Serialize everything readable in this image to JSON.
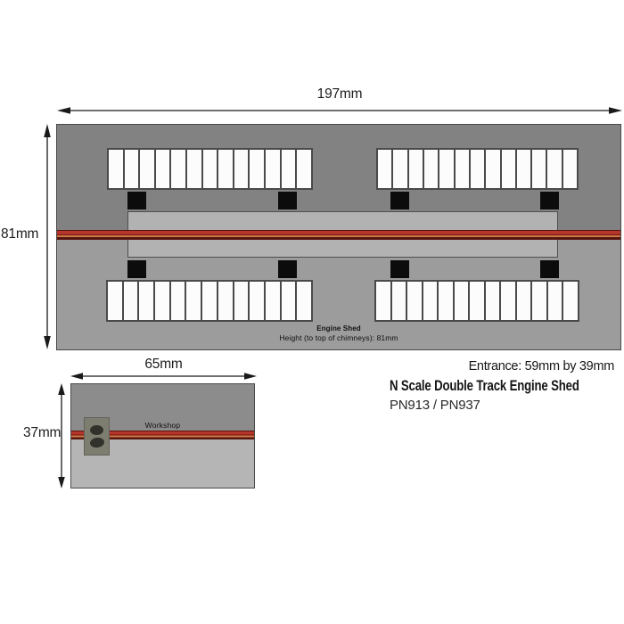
{
  "product": {
    "entrance_note": "Entrance: 59mm by 39mm",
    "name": "N Scale Double Track Engine Shed",
    "codes": "PN913 / PN937"
  },
  "engine_shed": {
    "width_label": "197mm",
    "height_label": "81mm",
    "caption_line1": "Engine Shed",
    "caption_line2": "Height (to top of chimneys): 81mm",
    "window_panes_per_block": 13,
    "window_block_count": 4,
    "chimney_count": 8
  },
  "workshop": {
    "width_label": "65mm",
    "height_label": "37mm",
    "caption": "Workshop"
  },
  "colors": {
    "roof_upper_gray": "#828282",
    "roof_lower_gray": "#9c9c9c",
    "ridge_gray": "#b2b2b2",
    "track_red": "#b5342b",
    "track_red_dark": "#581510",
    "track_orange": "#cb7a45",
    "chimney_black": "#0c0c0c",
    "window_white": "#fcfcfc"
  }
}
